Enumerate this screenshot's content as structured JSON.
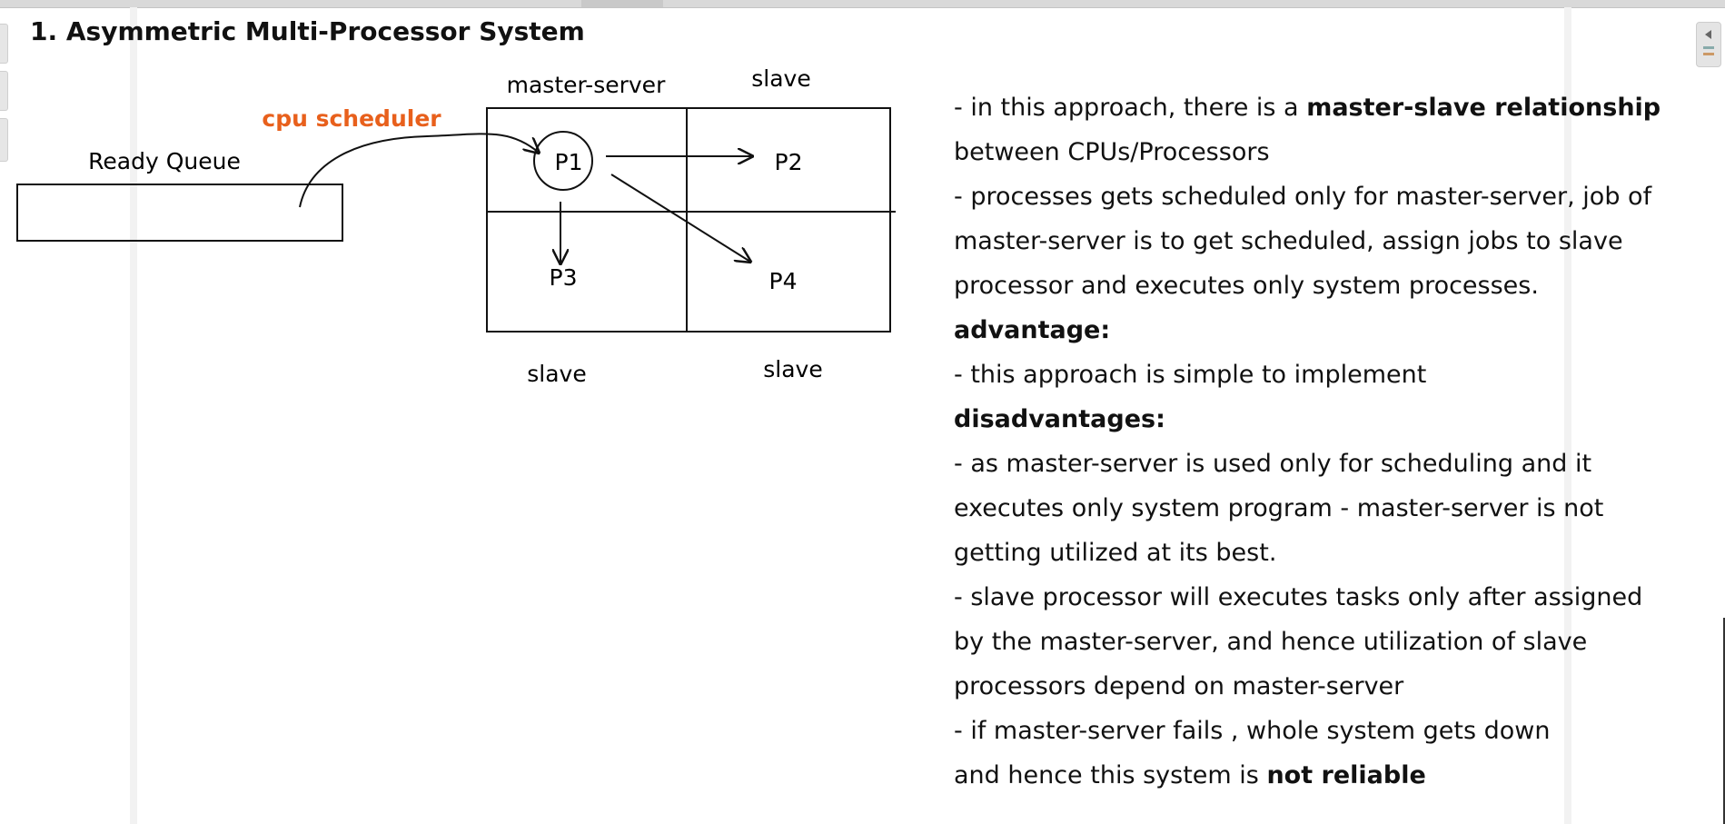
{
  "title": "1. Asymmetric Multi-Processor System",
  "icons": [
    "collapse-arrow-icon",
    "shapes-icon"
  ],
  "colors": {
    "accent": "#e8601c",
    "ink": "#111111",
    "page": "#ffffff",
    "chrome": "#e4e4e4"
  },
  "diagram": {
    "ready_queue_label": "Ready Queue",
    "scheduler_label": "cpu scheduler",
    "cells": {
      "top_left_label": "master-server",
      "top_right_label": "slave",
      "bottom_left_label": "slave",
      "bottom_right_label": "slave"
    },
    "processes": [
      "P1",
      "P2",
      "P3",
      "P4"
    ]
  },
  "notes": {
    "line1_prefix": "- in this approach, there is a ",
    "line1_bold": "master-slave relationship",
    "line2": "between CPUs/Processors",
    "line3": "- processes gets scheduled only for master-server, job of",
    "line4": "master-server is to get scheduled, assign jobs to slave",
    "line5": "processor and executes only system processes.",
    "advantage_heading": "advantage:",
    "advantage_1": "- this approach is simple to implement",
    "disadvantages_heading": "disadvantages:",
    "dis_1a": "- as master-server is used only for scheduling and it",
    "dis_1b": "executes only system program - master-server is not",
    "dis_1c": "getting utilized at its best.",
    "dis_2a": "- slave processor will executes tasks only after assigned",
    "dis_2b": "by the master-server, and hence utilization of slave",
    "dis_2c": "processors depend on master-server",
    "dis_3a": "- if master-server fails , whole system gets down",
    "dis_3b_prefix": "and hence this system is ",
    "dis_3b_bold": "not reliable"
  }
}
